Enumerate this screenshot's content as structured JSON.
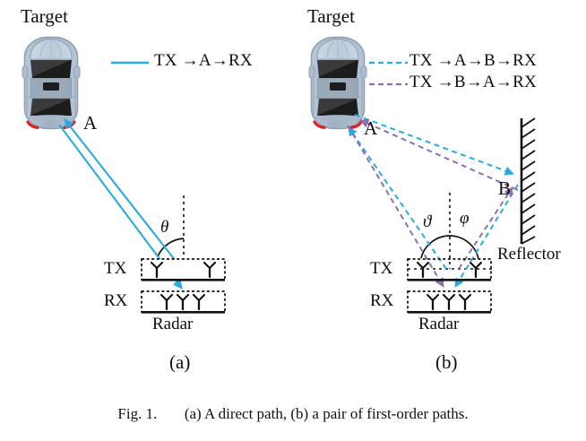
{
  "figure": {
    "caption_prefix": "Fig. 1.",
    "caption_text": "(a) A direct path, (b) a pair of first-order paths.",
    "panels": [
      {
        "id": "a",
        "panel_label": "(a)",
        "target_label": "Target",
        "node_a_label": "A",
        "tx_label": "TX",
        "rx_label": "RX",
        "radar_label": "Radar",
        "angle_label": "θ",
        "legend": [
          {
            "text": "TX →A→RX",
            "color": "#29ABE2",
            "style": "solid"
          }
        ]
      },
      {
        "id": "b",
        "panel_label": "(b)",
        "target_label": "Target",
        "node_a_label": "A",
        "node_b_label": "B",
        "tx_label": "TX",
        "rx_label": "RX",
        "radar_label": "Radar",
        "reflector_label": "Reflector",
        "angle_label_left": "ϑ",
        "angle_label_right": "φ",
        "legend": [
          {
            "text": "TX →A→B→RX",
            "color": "#29ABE2",
            "style": "dashed"
          },
          {
            "text": "TX →B→A→RX",
            "color": "#8E6FB0",
            "style": "dashed"
          }
        ]
      }
    ]
  },
  "colors": {
    "cyan_path": "#29ABE2",
    "purple_path": "#8E6FB0",
    "car_body": "#A9BCD0",
    "car_roof": "#C3D2E0",
    "car_glass": "#2B2B2B",
    "car_mid": "#8E9BA8",
    "taillight": "#E02020",
    "ink": "#111111"
  }
}
